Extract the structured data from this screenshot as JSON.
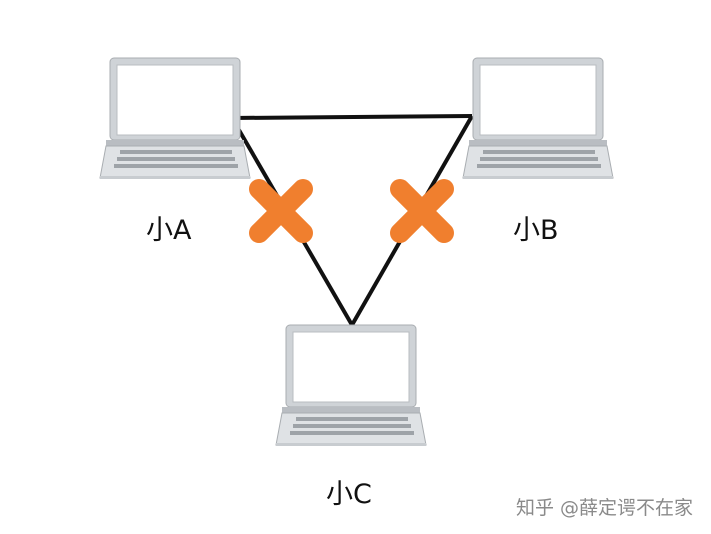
{
  "nodes": [
    {
      "id": "a",
      "label": "小A"
    },
    {
      "id": "b",
      "label": "小B"
    },
    {
      "id": "c",
      "label": "小C"
    }
  ],
  "links": [
    {
      "from": "a",
      "to": "b",
      "status": "connected"
    },
    {
      "from": "a",
      "to": "c",
      "status": "broken"
    },
    {
      "from": "b",
      "to": "c",
      "status": "broken"
    }
  ],
  "icons": {
    "node": "laptop-icon",
    "broken_link": "orange-x-icon"
  },
  "colors": {
    "link": "#111111",
    "broken_mark": "#f07f2e"
  },
  "watermark": "知乎 @薛定谔不在家"
}
